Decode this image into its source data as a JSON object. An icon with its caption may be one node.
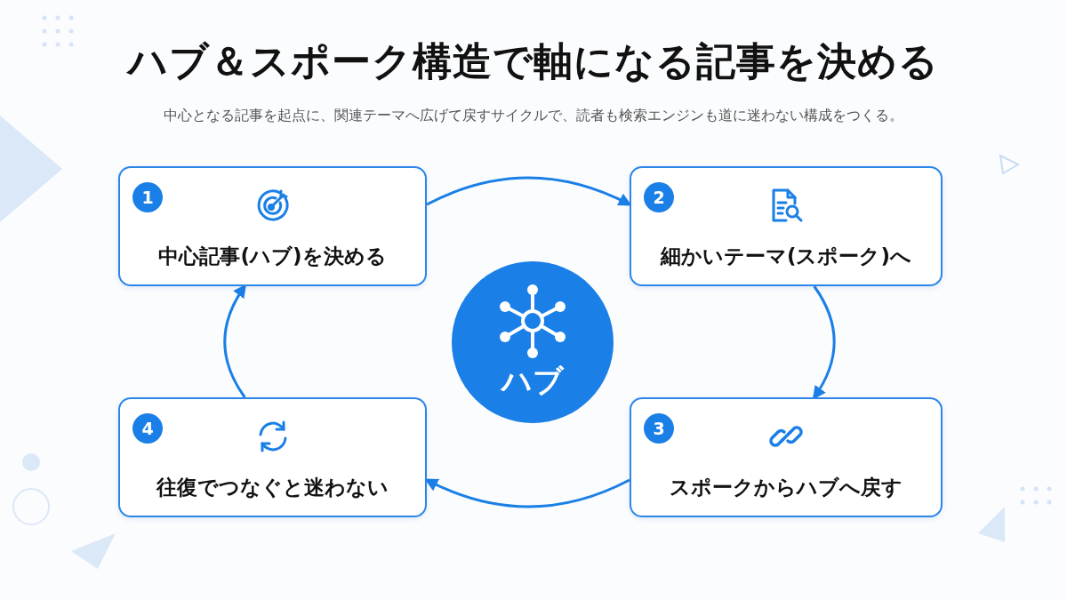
{
  "diagram": {
    "title": "ハブ＆スポーク構造で軸になる記事を決める",
    "caption": "中心となる記事を起点に、関連テーマへ広げて戻すサイクルで、読者も検索エンジンも道に迷わない構成をつくる。",
    "nodes": [
      {
        "text": [
          "1",
          "中心記事(ハブ)を決める"
        ]
      },
      {
        "text": [
          "2",
          "細かいテーマ(スポーク)へ"
        ]
      },
      {
        "text": [
          "3",
          "スポークからハブへ戻す"
        ]
      },
      {
        "text": [
          "4",
          "往復でつなぐと迷わない"
        ]
      },
      {
        "text": [
          "ハブ"
        ]
      }
    ],
    "edges": [
      {
        "from": 0,
        "to": 1,
        "arrow": "to"
      },
      {
        "from": 1,
        "to": 2,
        "arrow": "to"
      },
      {
        "from": 2,
        "to": 3,
        "arrow": "to"
      },
      {
        "from": 3,
        "to": 0,
        "arrow": "to"
      }
    ]
  }
}
